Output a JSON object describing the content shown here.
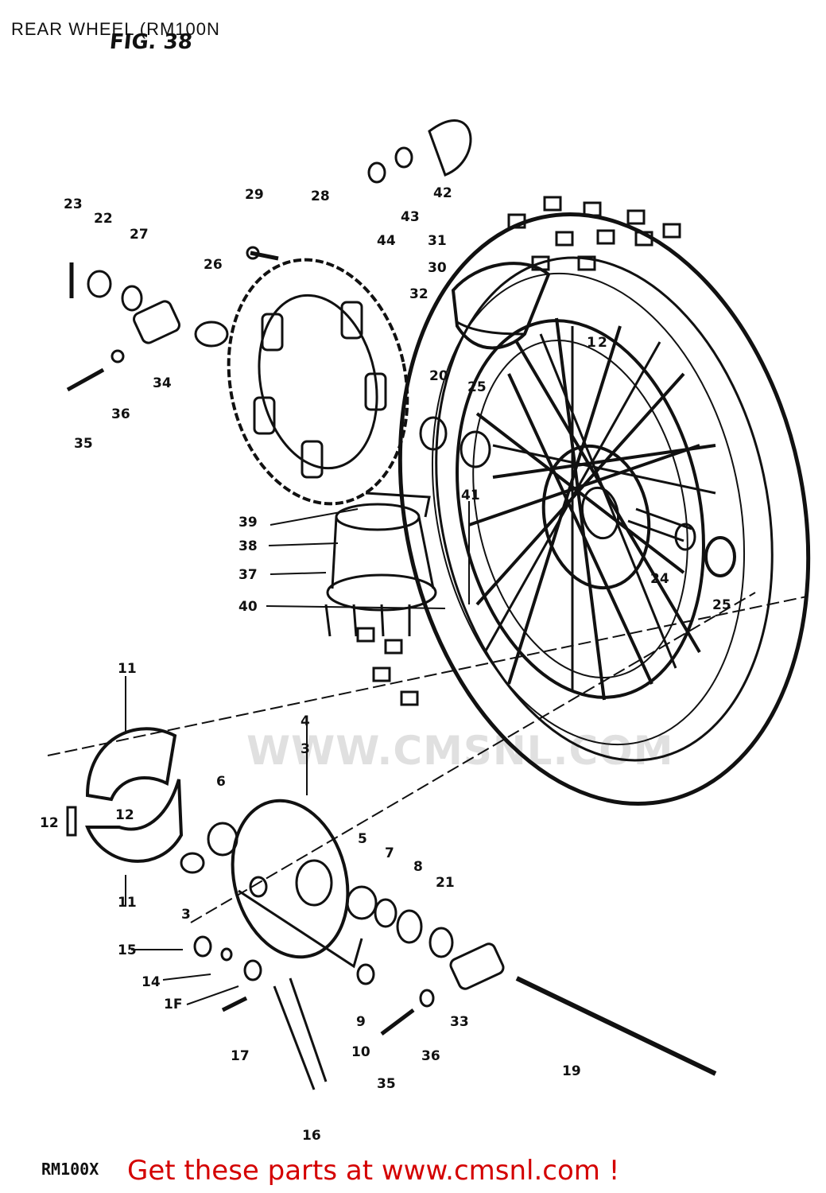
{
  "header": {
    "title": "REAR WHEEL (RM100N",
    "figure_label": "FIG. 38"
  },
  "diagram": {
    "callouts": [
      "23",
      "22",
      "27",
      "26",
      "29",
      "28",
      "44",
      "43",
      "42",
      "31",
      "30",
      "32",
      "34",
      "35",
      "36",
      "20",
      "25",
      "2",
      "1",
      "39",
      "38",
      "37",
      "40",
      "41",
      "24",
      "25",
      "11",
      "12",
      "12",
      "11",
      "6",
      "4",
      "3",
      "5",
      "7",
      "8",
      "21",
      "3",
      "15",
      "14",
      "1F",
      "17",
      "9",
      "10",
      "35",
      "36",
      "33",
      "19",
      "16"
    ]
  },
  "footer": {
    "model_code": "RM100X",
    "promo_text": "Get these parts at www.cmsnl.com !"
  },
  "watermark": {
    "text": "WWW.CMSNL.COM"
  }
}
